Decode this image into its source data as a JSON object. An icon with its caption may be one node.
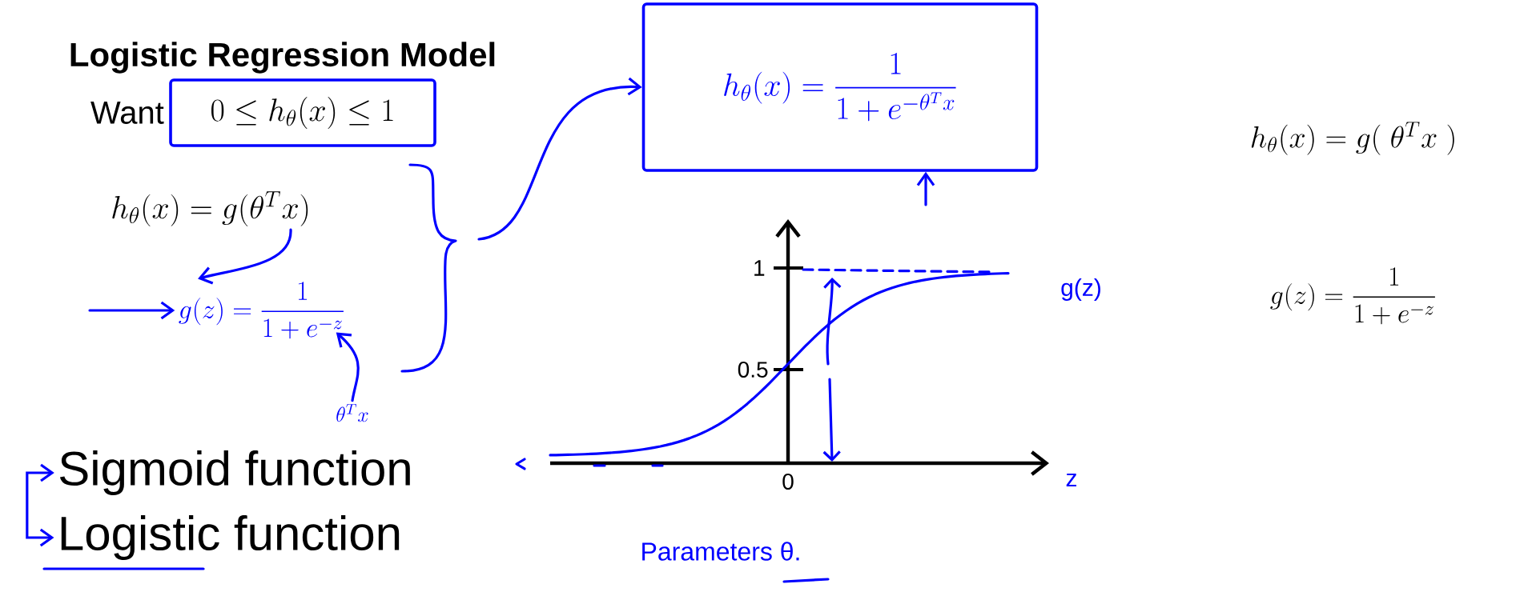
{
  "diagram": {
    "title": "Logistic Regression Model",
    "nodes": [
      {
        "text": [
          "0 \\le h_\\theta(x) \\le 1"
        ],
        "beside": [
          "Want"
        ]
      },
      {
        "text": [
          "h_\\theta(x) = g(\\theta^T x)"
        ]
      },
      {
        "text": [
          "g(z) = \\frac{1}{1+e^{-z}}"
        ]
      },
      {
        "text": [
          "\\theta^T x"
        ]
      },
      {
        "text": [
          "h_\\theta(x) = \\frac{1}{1+e^{-\\theta^T x}}"
        ]
      },
      {
        "text": [
          "Sigmoid function"
        ]
      },
      {
        "text": [
          "Logistic function"
        ]
      }
    ],
    "edges": [
      {
        "from": 1,
        "to": 2,
        "arrow": "to"
      },
      {
        "from": null,
        "to": 2,
        "arrow": "to"
      },
      {
        "from": 3,
        "to": 2,
        "arrow": "to"
      },
      {
        "from": null,
        "to": 4,
        "arrow": "to"
      },
      {
        "from": null,
        "to": 4,
        "arrow": "to"
      },
      {
        "from": 5,
        "to": 6,
        "arrow": "both"
      }
    ],
    "labels": [
      "1",
      "0.5",
      "0",
      "g(z)",
      "z",
      "Parameters θ.",
      "h_\\theta(x) = g(\\;\\theta^T x\\;)",
      "g(z) = \\frac{1}{1+e^{-z}}"
    ]
  }
}
